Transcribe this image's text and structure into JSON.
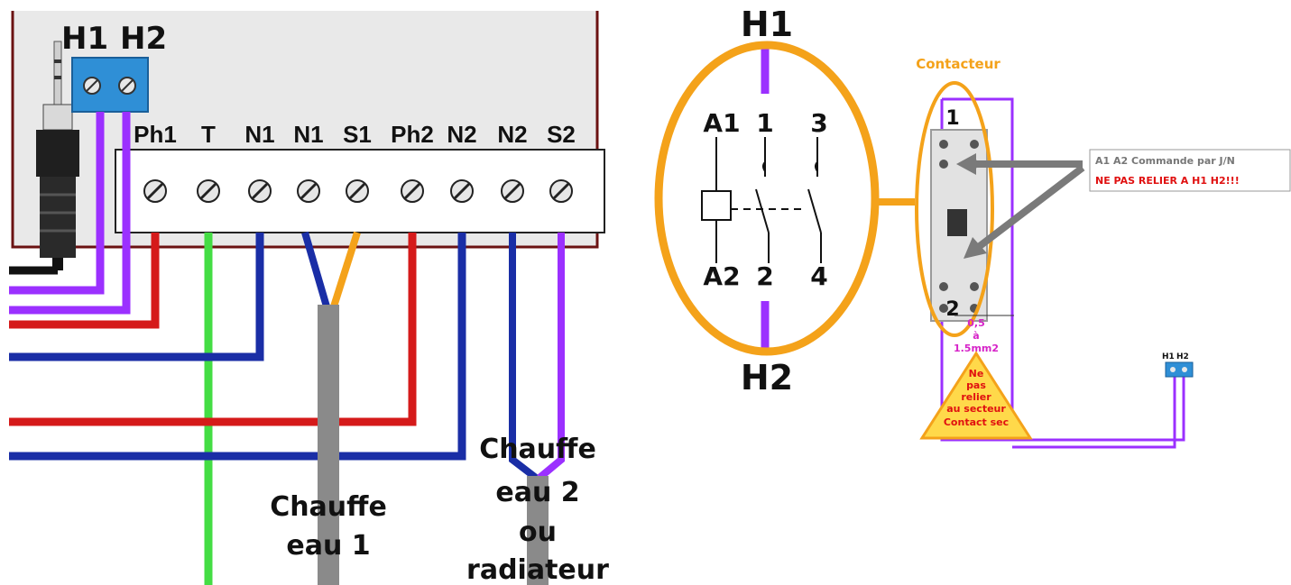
{
  "left_diagram": {
    "connector_labels": [
      "H1",
      "H2"
    ],
    "terminal_labels": [
      "Ph1",
      "T",
      "N1",
      "N1",
      "S1",
      "Ph2",
      "N2",
      "N2",
      "S2"
    ],
    "cable1_label": [
      "Chauffe",
      "eau 1"
    ],
    "cable2_label": [
      "Chauffe",
      "eau 2",
      "ou",
      "radiateur"
    ]
  },
  "zoom": {
    "top": "H1",
    "bottom": "H2",
    "coil_top": "A1",
    "coil_bottom": "A2",
    "contact_top": [
      "1",
      "3"
    ],
    "contact_bottom": [
      "2",
      "4"
    ]
  },
  "contactor": {
    "title": "Contacteur",
    "pin_top": "1",
    "pin_bottom": "2",
    "callout_line1": "A1 A2 Commande par J/N",
    "callout_line2": "NE PAS RELIER A H1 H2!!!",
    "wire_size": [
      "0,5",
      "à",
      "1.5mm2"
    ],
    "warning": [
      "Ne",
      "pas",
      "relier",
      "au secteur",
      "Contact sec"
    ],
    "mini_labels": [
      "H1",
      "H2"
    ]
  },
  "colors": {
    "phase": "#d51a1a",
    "neutral": "#1a2ea6",
    "earth": "#44dd44",
    "heater_wire": "#9b30ff",
    "orange": "#f4a21a",
    "grey_cable": "#8a8a8a",
    "blue_block": "#2f8fd6"
  }
}
